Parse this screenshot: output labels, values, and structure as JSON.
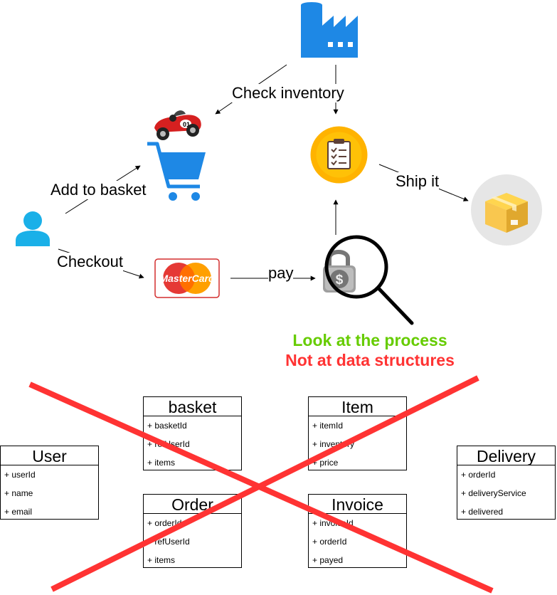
{
  "edges": {
    "check_inventory": "Check inventory",
    "add_to_basket": "Add to basket",
    "checkout": "Checkout",
    "pay": "pay",
    "ship_it": "Ship it"
  },
  "icons": {
    "factory": "factory-icon",
    "toy_car": "toy-car-icon",
    "cart": "shopping-cart-icon",
    "clipboard": "clipboard-icon",
    "package": "package-icon",
    "user": "user-icon",
    "card": "mastercard-icon",
    "card_text": "MasterCard",
    "lock": "dollar-lock-icon",
    "magnifier": "magnifier-icon"
  },
  "note": {
    "line1": "Look at the process",
    "line2": "Not at data structures",
    "line1_color": "#66cc00",
    "line2_color": "#ff3333"
  },
  "classes": {
    "user": {
      "name": "User",
      "fields": [
        "+ userId",
        "+ name",
        "+ email"
      ]
    },
    "basket": {
      "name": "basket",
      "fields": [
        "+ basketId",
        "+ refUserId",
        "+ items"
      ]
    },
    "order": {
      "name": "Order",
      "fields": [
        "+ orderId",
        "+ refUserId",
        "+ items"
      ]
    },
    "item": {
      "name": "Item",
      "fields": [
        "+ itemId",
        "+ inventory",
        "+ price"
      ]
    },
    "invoice": {
      "name": "Invoice",
      "fields": [
        "+ invoiceId",
        "+ orderId",
        "+ payed"
      ]
    },
    "delivery": {
      "name": "Delivery",
      "fields": [
        "+ orderId",
        "+ deliveryService",
        "+ delivered"
      ]
    }
  },
  "colors": {
    "cross": "#ff3333",
    "blue": "#1e88e5",
    "orange": "#ffb300"
  }
}
